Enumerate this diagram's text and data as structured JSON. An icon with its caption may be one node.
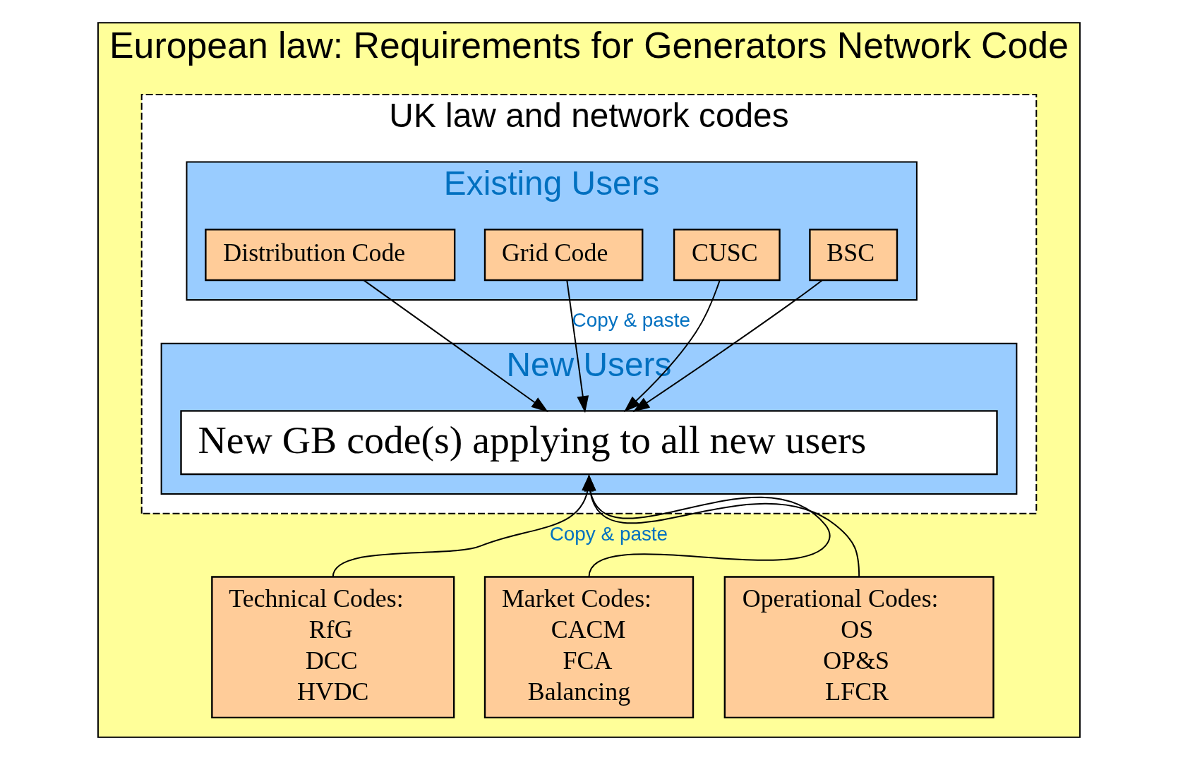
{
  "diagram": {
    "nodes": [
      {
        "text": [
          "European law: Requirements for Generators Network Code"
        ]
      },
      {
        "text": [
          "UK law and network codes"
        ],
        "in": 0
      },
      {
        "text": [
          "Existing Users"
        ],
        "in": 1
      },
      {
        "text": [
          "Distribution Code"
        ],
        "in": 2
      },
      {
        "text": [
          "Grid Code"
        ],
        "in": 2
      },
      {
        "text": [
          "CUSC"
        ],
        "in": 2
      },
      {
        "text": [
          "BSC"
        ],
        "in": 2
      },
      {
        "text": [
          "New Users"
        ],
        "in": 1
      },
      {
        "text": [
          "New GB code(s) applying to all new users"
        ],
        "in": 7
      },
      {
        "text": [
          "Technical Codes:",
          "RfG",
          "DCC",
          "HVDC"
        ],
        "in": 0
      },
      {
        "text": [
          "Market Codes:",
          "CACM",
          "FCA",
          "Balancing"
        ],
        "in": 0
      },
      {
        "text": [
          "Operational Codes:",
          "OS",
          "OP&S",
          "LFCR"
        ],
        "in": 0
      }
    ],
    "edges": [
      {
        "from": 3,
        "to": 8,
        "arrow": "to"
      },
      {
        "from": 4,
        "to": 8,
        "arrow": "to",
        "label": "Copy & paste"
      },
      {
        "from": 5,
        "to": 8,
        "arrow": "to"
      },
      {
        "from": 6,
        "to": 8,
        "arrow": "to"
      },
      {
        "from": 9,
        "to": 8,
        "arrow": "to",
        "label": "Copy & paste"
      },
      {
        "from": 10,
        "to": 8,
        "arrow": "to"
      },
      {
        "from": 11,
        "to": 8,
        "arrow": "to"
      }
    ]
  }
}
